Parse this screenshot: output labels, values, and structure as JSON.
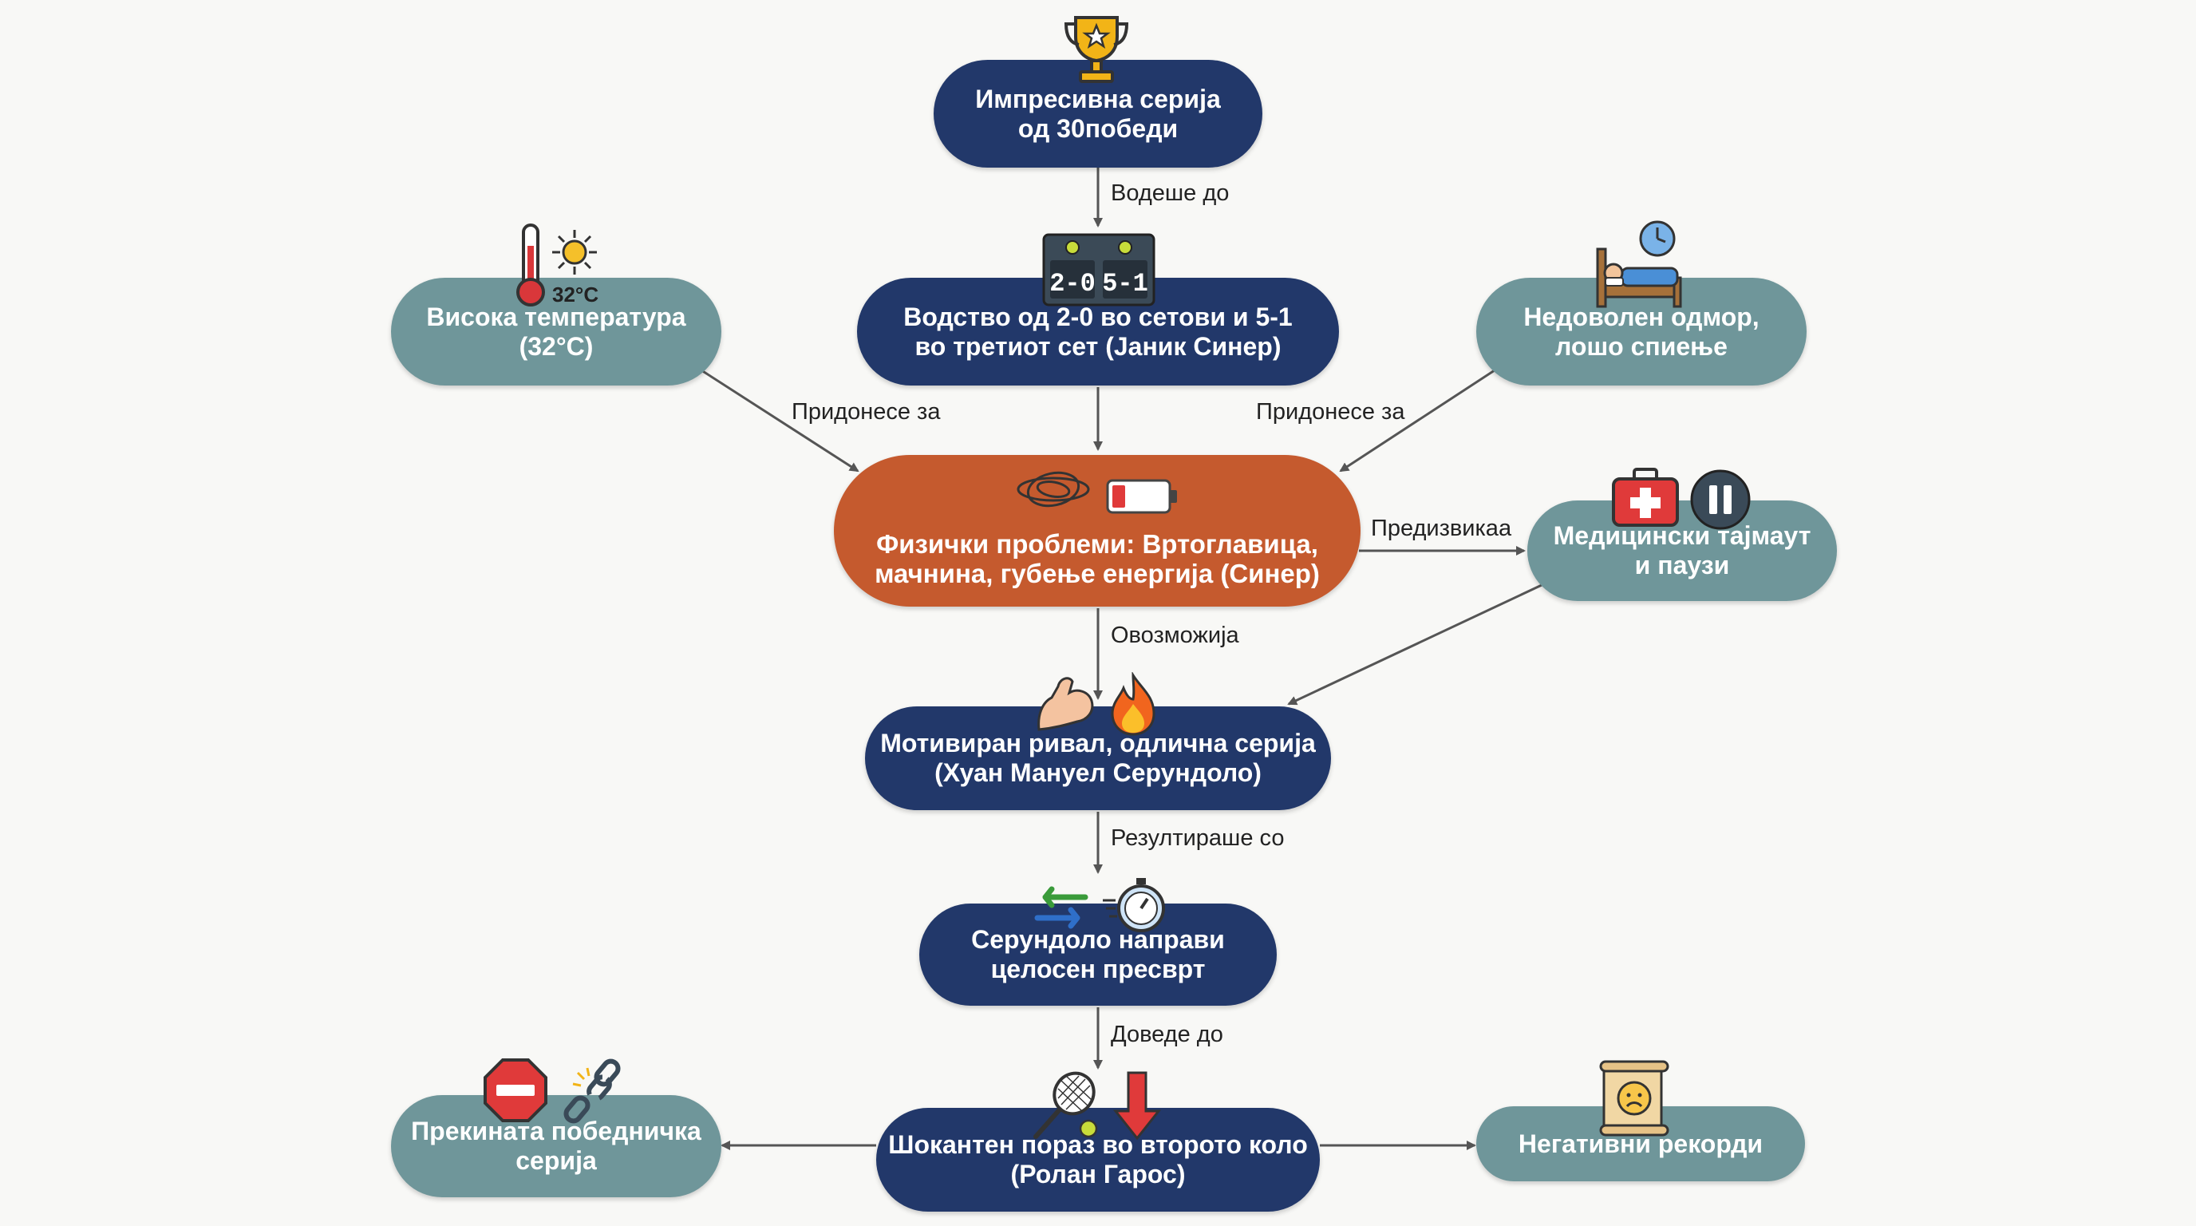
{
  "nodes": {
    "streak": {
      "line1": "Импресивна серија",
      "line2": "од 30победи"
    },
    "lead": {
      "line1": "Водство од 2-0 во сетови и 5-1",
      "line2": "во третиот сет (Јаник Синер)"
    },
    "heat": {
      "line1": "Висока температура",
      "line2": "(32°C)"
    },
    "rest": {
      "line1": "Недоволен одмор,",
      "line2": "лошо спиење"
    },
    "physical": {
      "line1": "Физички проблеми: Вртоглавица,",
      "line2": "мачнина, губење енергија (Синер)"
    },
    "medical": {
      "line1": "Медицински тајмаут",
      "line2": "и паузи"
    },
    "rival": {
      "line1": "Мотивиран ривал, одлична серија",
      "line2": "(Хуан Мануел Серундоло)"
    },
    "turnaround": {
      "line1": "Серундоло направи",
      "line2": "целосен пресврт"
    },
    "defeat": {
      "line1": "Шокантен пораз во второто коло",
      "line2": "(Ролан Гарос)"
    },
    "broken": {
      "line1": "Прекината победничка",
      "line2": "серија"
    },
    "records": {
      "line1": "Негативни рекорди"
    }
  },
  "edges": {
    "led_to": "Водеше до",
    "contributed_left": "Придонесе за",
    "contributed_right": "Придонесе за",
    "caused": "Предизвикаа",
    "enabled": "Овозможија",
    "resulted": "Резултираше со",
    "brought": "Доведе до"
  },
  "icon_text": {
    "temperature": "32°C",
    "score_sets": "2-0",
    "score_games": "5-1"
  },
  "icons": [
    "trophy-icon",
    "scoreboard-icon",
    "thermometer-icon",
    "sun-icon",
    "bed-icon",
    "clock-icon",
    "dizzy-icon",
    "low-battery-icon",
    "first-aid-icon",
    "pause-icon",
    "flexed-arm-icon",
    "fire-icon",
    "swap-arrows-icon",
    "stopwatch-icon",
    "tennis-racket-icon",
    "down-arrow-icon",
    "stop-sign-icon",
    "broken-chain-icon",
    "scroll-sad-icon"
  ],
  "colors": {
    "navy": "#22386a",
    "teal": "#6f969a",
    "orange": "#c55a2e",
    "arrow": "#555555"
  }
}
